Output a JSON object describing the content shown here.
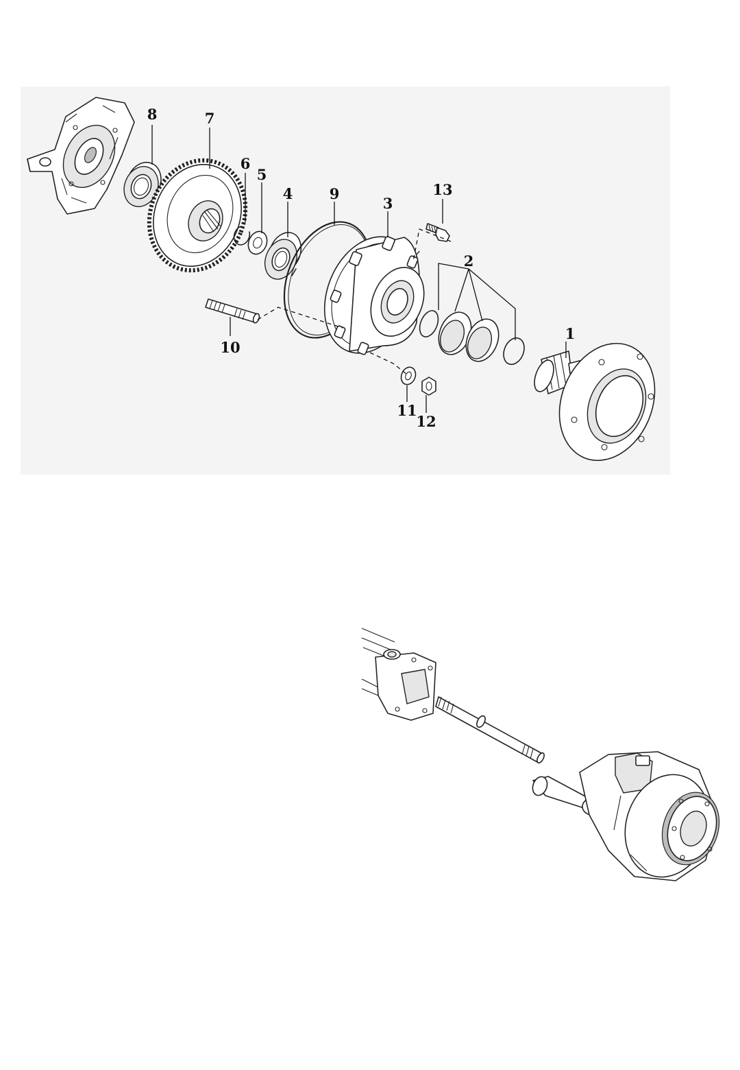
{
  "figure": {
    "callouts": [
      {
        "id": "c8",
        "label": "8"
      },
      {
        "id": "c7",
        "label": "7"
      },
      {
        "id": "c6",
        "label": "6"
      },
      {
        "id": "c5",
        "label": "5"
      },
      {
        "id": "c4",
        "label": "4"
      },
      {
        "id": "c9",
        "label": "9"
      },
      {
        "id": "c3",
        "label": "3"
      },
      {
        "id": "c13",
        "label": "13"
      },
      {
        "id": "c2",
        "label": "2"
      },
      {
        "id": "c1",
        "label": "1"
      },
      {
        "id": "c10",
        "label": "10"
      },
      {
        "id": "c11",
        "label": "11"
      },
      {
        "id": "c12",
        "label": "12"
      }
    ],
    "parts": [
      "steering-knuckle-housing",
      "bearing",
      "bevel-gear",
      "snap-ring",
      "washer",
      "bearing",
      "o-ring",
      "planetary-carrier",
      "bolt",
      "seal-kit",
      "wheel-hub-shaft",
      "stud",
      "washer",
      "nut"
    ],
    "locator_view": [
      "axle-housing",
      "drive-shaft",
      "final-drive-assembly"
    ]
  }
}
